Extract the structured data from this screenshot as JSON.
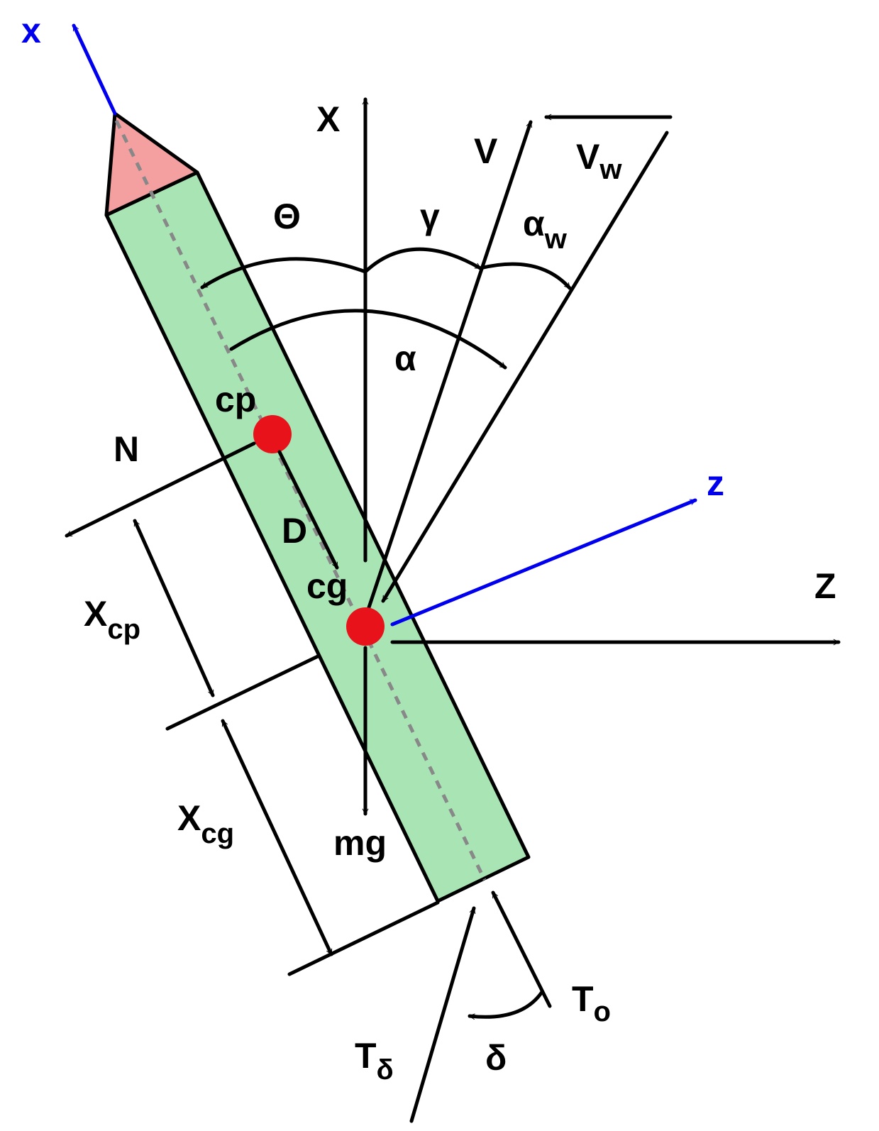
{
  "colors": {
    "body_fill": "#a9e4b4",
    "nose_fill": "#f4a0a0",
    "outline": "#000000",
    "body_axis": "#0000ee",
    "point": "#e8121b",
    "centerline": "#888888"
  },
  "labels": {
    "body_x": "x",
    "body_z": "z",
    "inertial_x": "X",
    "inertial_z": "Z",
    "velocity": "V",
    "wind_v": "V",
    "wind_sub": "w",
    "theta": "Θ",
    "gamma": "γ",
    "alpha_w": "α",
    "alpha_w_sub": "w",
    "alpha": "α",
    "cp": "cp",
    "normal": "N",
    "drag": "D",
    "cg": "cg",
    "xcp": "X",
    "xcp_sub": "cp",
    "xcg": "X",
    "xcg_sub": "cg",
    "weight": "mg",
    "thrust_0": "T",
    "thrust_0_sub": "o",
    "thrust_delta": "T",
    "thrust_delta_sub": "δ",
    "delta": "δ"
  }
}
